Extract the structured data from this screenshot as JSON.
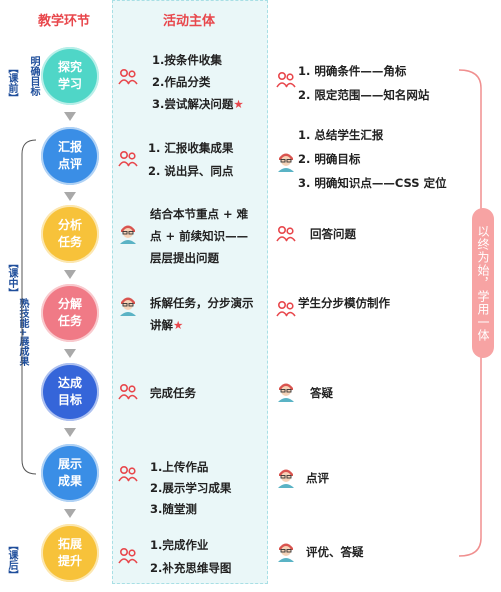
{
  "headers": {
    "left": "教学环节",
    "middle": "活动主体"
  },
  "phase_labels": {
    "pre": "【课前】",
    "pre_sub": "明确目标",
    "mid": "【课中】",
    "mid_sub": "熟技能+展成果",
    "post": "【课后】"
  },
  "steps": [
    {
      "line1": "探究",
      "line2": "学习",
      "color": "#4fd6c7"
    },
    {
      "line1": "汇报",
      "line2": "点评",
      "color": "#3a8ee6"
    },
    {
      "line1": "分析",
      "line2": "任务",
      "color": "#f7c23a"
    },
    {
      "line1": "分解",
      "line2": "任务",
      "color": "#f07a86"
    },
    {
      "line1": "达成",
      "line2": "目标",
      "color": "#3565d9"
    },
    {
      "line1": "展示",
      "line2": "成果",
      "color": "#3a8ee6"
    },
    {
      "line1": "拓展",
      "line2": "提升",
      "color": "#f7c23a"
    }
  ],
  "student_activities": {
    "s1": [
      "1.按条件收集",
      "2.作品分类",
      "3.尝试解决问题"
    ],
    "s2": [
      "1. 汇报收集成果",
      "2. 说出异、同点"
    ],
    "s3": [
      "结合本节重点 + 难",
      "点 + 前续知识——",
      "层层提出问题"
    ],
    "s4": [
      "拆解任务，分步演示",
      "讲解"
    ],
    "s5": [
      "完成任务"
    ],
    "s6": [
      "1.上传作品",
      "2.展示学习成果",
      "3.随堂测"
    ],
    "s7": [
      "1.完成作业",
      "2.补充思维导图"
    ]
  },
  "teacher_activities": {
    "s1": [
      "1. 明确条件——角标",
      "2. 限定范围——知名网站"
    ],
    "s2": [
      "1. 总结学生汇报",
      "2. 明确目标",
      "3. 明确知识点——CSS 定位"
    ],
    "s3": [
      "回答问题"
    ],
    "s4": [
      "学生分步模仿制作"
    ],
    "s5": [
      "答疑"
    ],
    "s6": [
      "点评"
    ],
    "s7": [
      "评优、答疑"
    ]
  },
  "star": "★",
  "banner": "以终为始，学用一体",
  "colors": {
    "accent": "#e8474c",
    "phase_label": "#1f4e9b",
    "arrow": "#a9a9a9",
    "panel_bg": "#eaf7f8",
    "banner": "#f7a3a3"
  },
  "icons": [
    "people-icon",
    "teacher-avatar-icon",
    "arrow-down-icon",
    "star-icon"
  ]
}
